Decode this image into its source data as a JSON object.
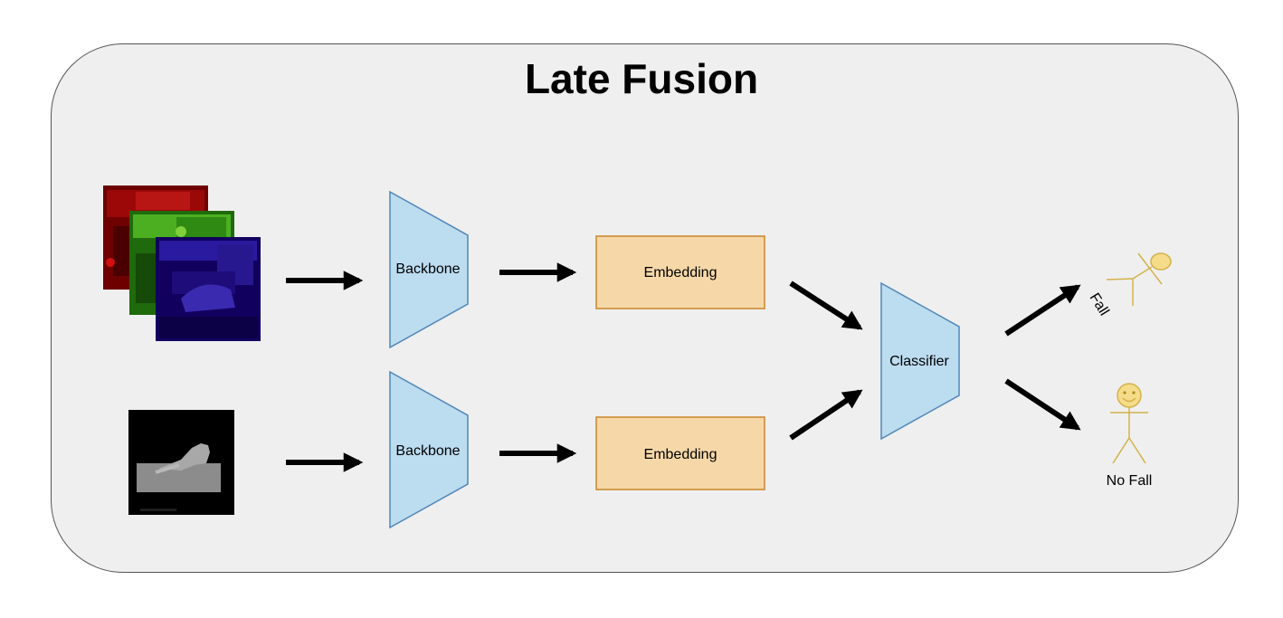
{
  "title": "Late Fusion",
  "nodes": {
    "backbone_top": "Backbone",
    "backbone_bottom": "Backbone",
    "embedding_top": "Embedding",
    "embedding_bottom": "Embedding",
    "classifier": "Classifier"
  },
  "outputs": {
    "fall": "Fall",
    "no_fall": "No Fall"
  },
  "colors": {
    "trapezoid_fill": "#bcdcf0",
    "trapezoid_stroke": "#4f87b8",
    "embedding_fill": "#f6d8a8",
    "embedding_stroke": "#c8862a",
    "figure": "#d4b24a",
    "arrow": "#000000"
  },
  "inputs": {
    "rgb_channels": [
      "red",
      "green",
      "blue"
    ],
    "depth": "depth-image"
  }
}
